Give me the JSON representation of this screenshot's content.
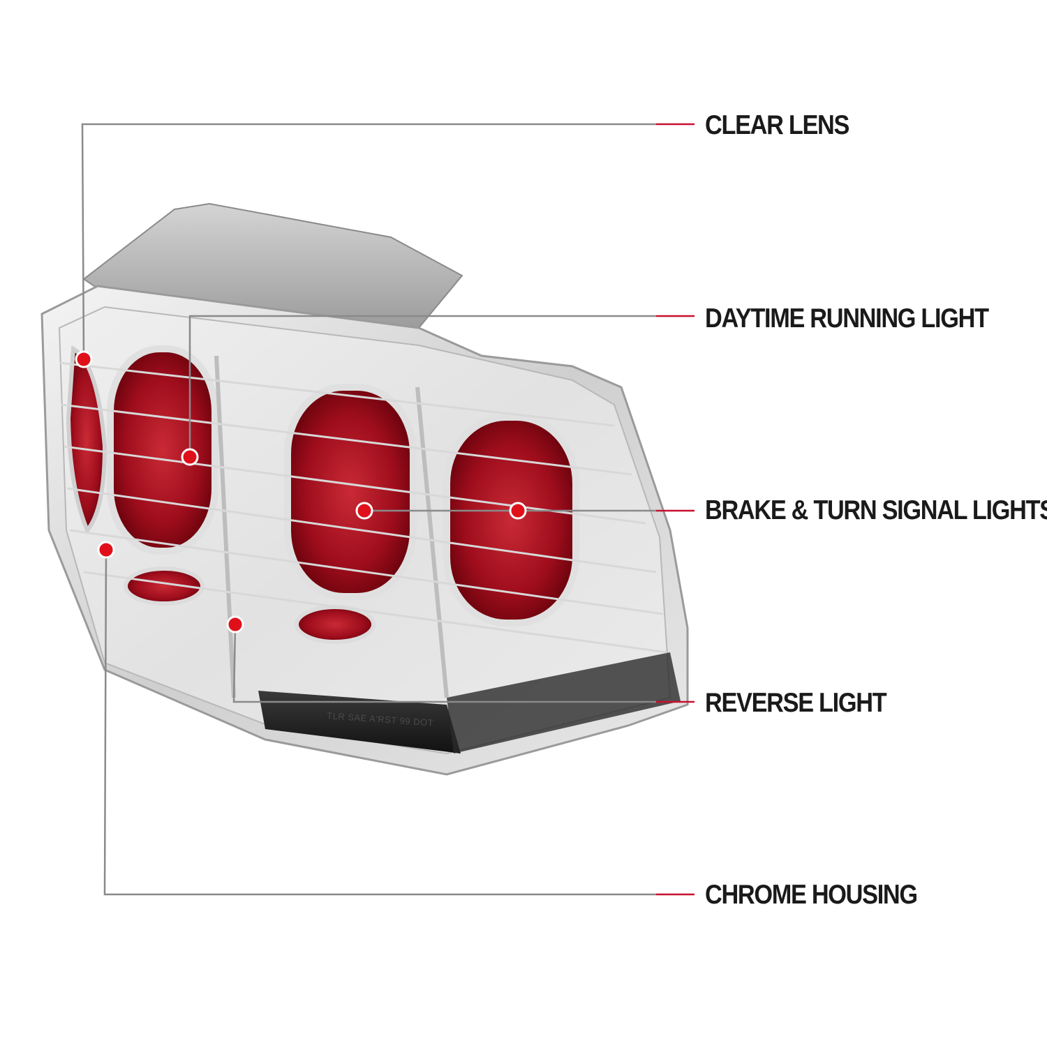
{
  "callouts": [
    {
      "label": "CLEAR LENS"
    },
    {
      "label": "DAYTIME RUNNING LIGHT"
    },
    {
      "label": "BRAKE & TURN SIGNAL LIGHTS"
    },
    {
      "label": "REVERSE LIGHT"
    },
    {
      "label": "CHROME HOUSING"
    }
  ],
  "product": {
    "embossed_text": "TLR SAE A'RST 99 DOT"
  },
  "colors": {
    "leader_line": "#8a8a8a",
    "leader_accent": "#c8102e",
    "marker": "#e0101a",
    "lens_red": "#9e0d1c",
    "chrome": "#d6d6d6"
  }
}
